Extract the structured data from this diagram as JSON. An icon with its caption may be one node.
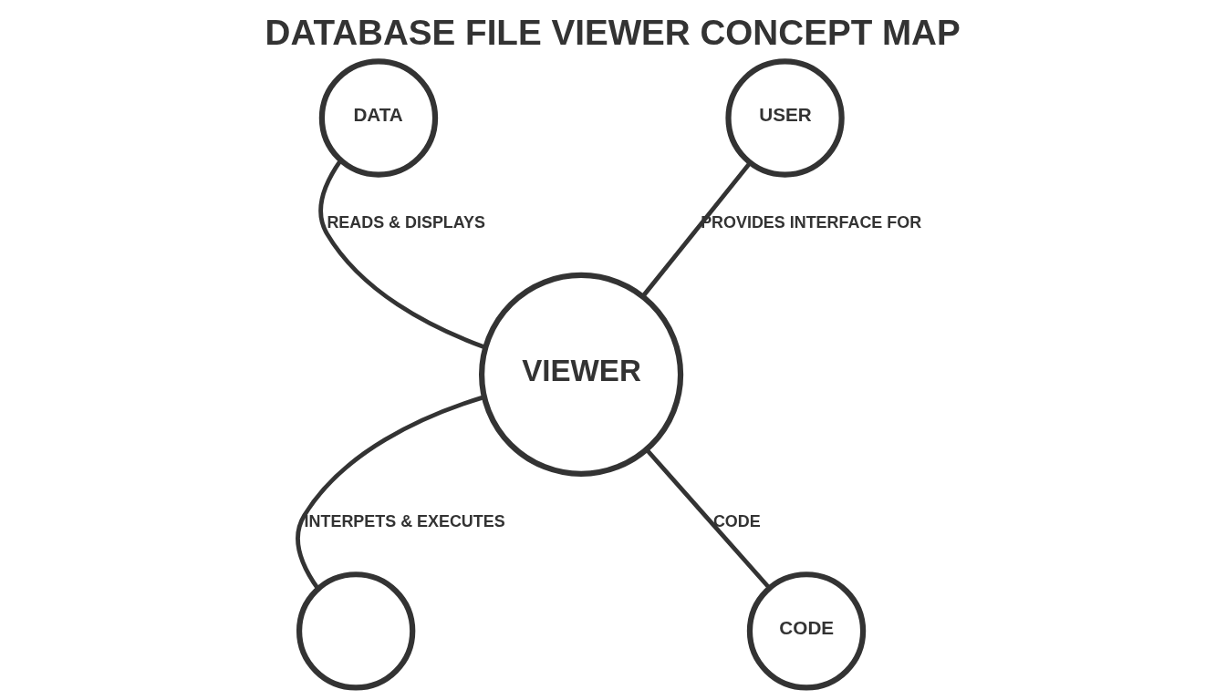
{
  "diagram": {
    "title": "DATABASE FILE VIEWER CONCEPT MAP",
    "nodes": [
      {
        "text": [
          "DATA"
        ]
      },
      {
        "text": [
          "USER"
        ]
      },
      {
        "text": [
          "VIEWER"
        ]
      },
      {
        "text": [],
        "shape": "circle"
      },
      {
        "text": [
          "CODE"
        ]
      }
    ],
    "edges": [
      {
        "from": 0,
        "to": 2,
        "arrow": "none",
        "label": "READS & DISPLAYS"
      },
      {
        "from": 1,
        "to": 2,
        "arrow": "none",
        "label": "PROVIDES INTERFACE FOR"
      },
      {
        "from": 2,
        "to": 3,
        "arrow": "none",
        "label": "INTERPETS & EXECUTES"
      },
      {
        "from": 2,
        "to": 4,
        "arrow": "none",
        "label": "CODE"
      }
    ]
  }
}
